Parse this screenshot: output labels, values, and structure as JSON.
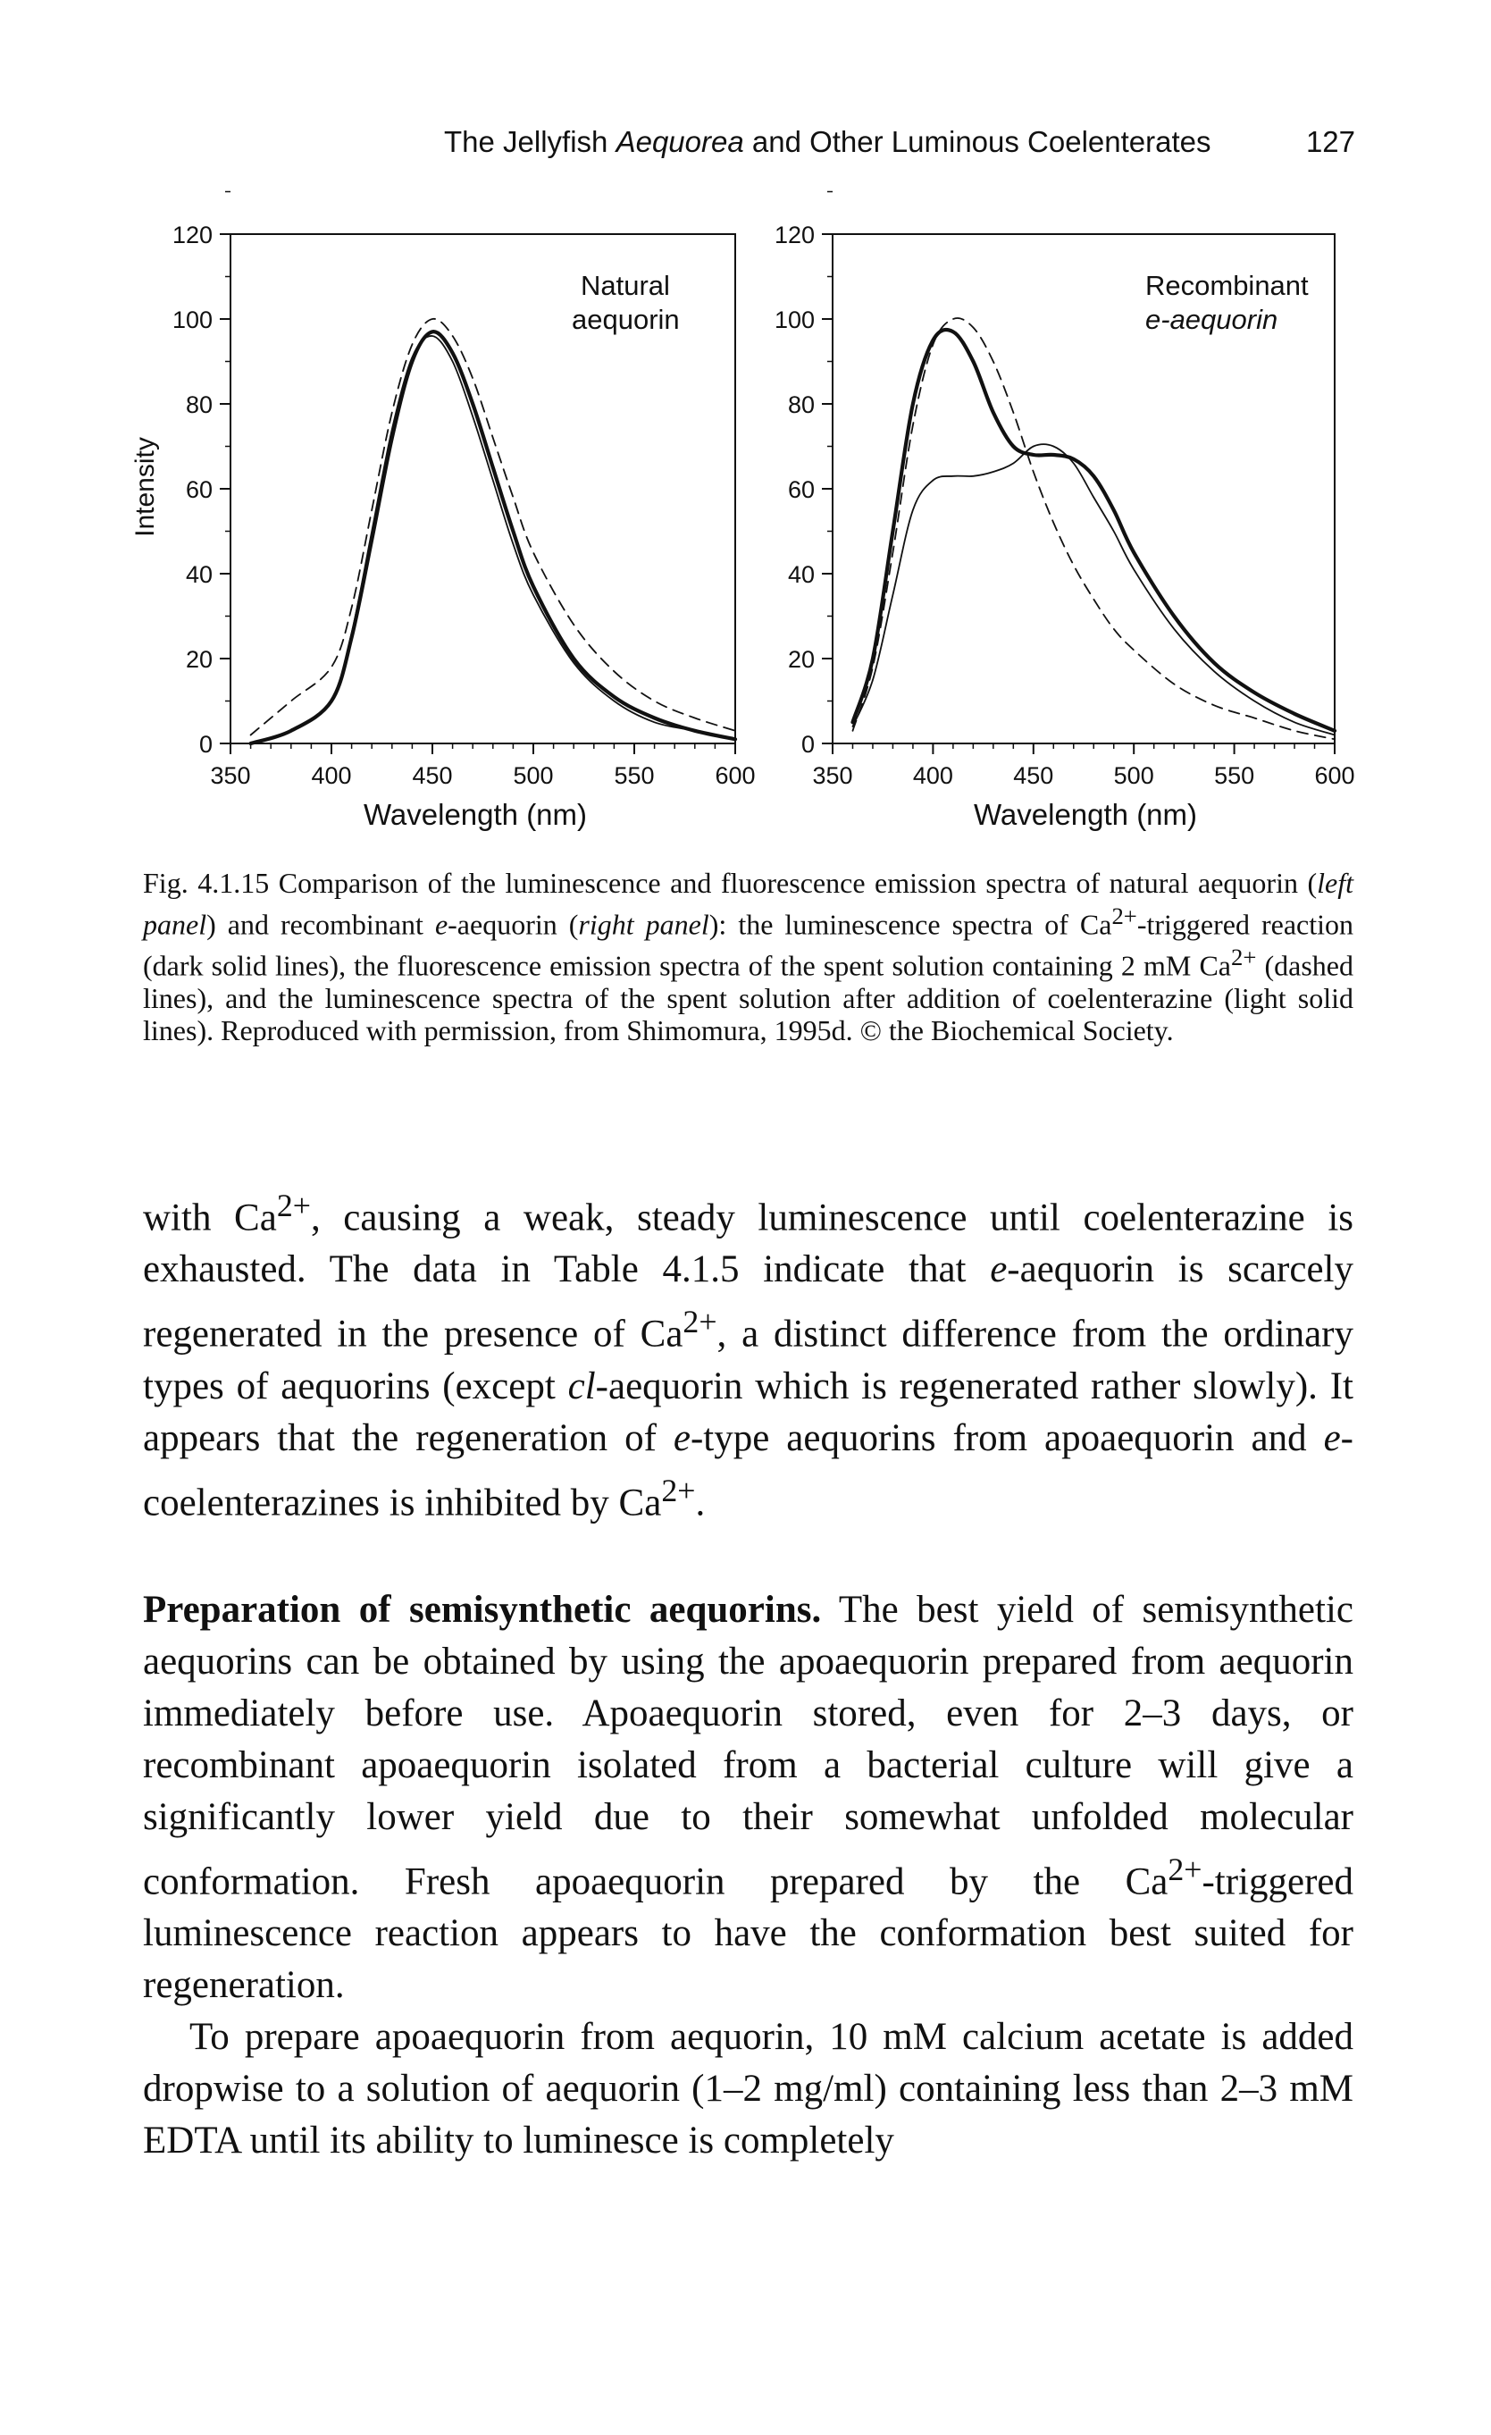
{
  "running_head": {
    "title_before": "The Jellyfish ",
    "title_italic": "Aequorea",
    "title_after": " and Other Luminous Coelenterates",
    "page_number": "127"
  },
  "figure": {
    "y_axis_label": "Intensity",
    "panels": [
      {
        "panel_label_line1": "Natural",
        "panel_label_line2": "aequorin",
        "x_label": "Wavelength (nm)"
      },
      {
        "panel_label_line1": "Recombinant",
        "panel_label_line2": "e-aequorin",
        "x_label": "Wavelength (nm)"
      }
    ]
  },
  "chart_data": [
    {
      "type": "line",
      "panel": "left",
      "xlim": [
        350,
        600
      ],
      "ylim": [
        0,
        120
      ],
      "x_ticks": [
        "350",
        "400",
        "450",
        "500",
        "550",
        "600"
      ],
      "y_ticks": [
        "0",
        "20",
        "40",
        "60",
        "80",
        "100",
        "120"
      ],
      "xlabel": "Wavelength (nm)",
      "ylabel": "Intensity",
      "annotation": "Natural aequorin",
      "series": [
        {
          "style": "dark-solid",
          "x": [
            360,
            380,
            400,
            410,
            420,
            430,
            440,
            450,
            460,
            470,
            480,
            490,
            500,
            520,
            540,
            560,
            580,
            600
          ],
          "y": [
            0,
            3,
            10,
            25,
            48,
            72,
            90,
            97,
            92,
            80,
            65,
            50,
            37,
            20,
            11,
            6,
            3,
            1
          ]
        },
        {
          "style": "dashed",
          "x": [
            360,
            380,
            400,
            410,
            420,
            430,
            440,
            450,
            460,
            470,
            480,
            490,
            500,
            520,
            540,
            560,
            580,
            600
          ],
          "y": [
            2,
            10,
            18,
            32,
            55,
            78,
            94,
            100,
            96,
            86,
            72,
            58,
            45,
            28,
            17,
            10,
            6,
            3
          ]
        },
        {
          "style": "light-solid",
          "x": [
            360,
            380,
            400,
            410,
            420,
            430,
            440,
            450,
            460,
            470,
            480,
            490,
            500,
            520,
            540,
            560,
            580,
            600
          ],
          "y": [
            0,
            3,
            10,
            26,
            50,
            74,
            91,
            96,
            90,
            77,
            62,
            47,
            35,
            19,
            10,
            5,
            3,
            1
          ]
        }
      ]
    },
    {
      "type": "line",
      "panel": "right",
      "xlim": [
        350,
        600
      ],
      "ylim": [
        0,
        120
      ],
      "x_ticks": [
        "350",
        "400",
        "450",
        "500",
        "550",
        "600"
      ],
      "y_ticks": [
        "0",
        "20",
        "40",
        "60",
        "80",
        "100",
        "120"
      ],
      "xlabel": "Wavelength (nm)",
      "annotation": "Recombinant e-aequorin",
      "series": [
        {
          "style": "dark-solid",
          "x": [
            360,
            370,
            380,
            390,
            400,
            410,
            420,
            430,
            440,
            450,
            460,
            470,
            480,
            490,
            500,
            520,
            540,
            560,
            580,
            600
          ],
          "y": [
            5,
            20,
            50,
            80,
            95,
            97,
            90,
            78,
            70,
            68,
            68,
            67,
            63,
            55,
            45,
            30,
            19,
            12,
            7,
            3
          ]
        },
        {
          "style": "dashed",
          "x": [
            360,
            370,
            380,
            390,
            400,
            410,
            420,
            430,
            440,
            450,
            460,
            470,
            480,
            490,
            500,
            520,
            540,
            560,
            580,
            600
          ],
          "y": [
            3,
            18,
            45,
            75,
            94,
            100,
            98,
            90,
            78,
            64,
            52,
            42,
            34,
            27,
            22,
            14,
            9,
            6,
            3,
            1
          ]
        },
        {
          "style": "light-solid",
          "x": [
            360,
            370,
            380,
            390,
            400,
            410,
            420,
            430,
            440,
            450,
            460,
            470,
            480,
            490,
            500,
            520,
            540,
            560,
            580,
            600
          ],
          "y": [
            4,
            15,
            35,
            55,
            62,
            63,
            63,
            64,
            66,
            70,
            70,
            66,
            58,
            50,
            41,
            27,
            17,
            10,
            5,
            2
          ]
        }
      ]
    }
  ],
  "caption": {
    "label": "Fig. 4.1.15",
    "t1": " Comparison of the luminescence and fluorescence emission spectra of natural aequorin (",
    "i1": "left panel",
    "t2": ") and recombinant ",
    "i2": "e",
    "t3": "-aequorin (",
    "i3": "right panel",
    "t4": "): the luminescence spectra of Ca",
    "sup1": "2+",
    "t5": "-triggered reaction (dark solid lines), the fluorescence emission spectra of the spent solution containing 2 mM Ca",
    "sup2": "2+",
    "t6": " (dashed lines), and the luminescence spectra of the spent solution after addition of coelenterazine (light solid lines). Reproduced with permission, from Shimomura, 1995d. © the Biochemical Society."
  },
  "body": {
    "p1": {
      "t1": "with Ca",
      "sup1": "2+",
      "t2": ", causing a weak, steady luminescence until coelenterazine is exhausted. The data in Table 4.1.5 indicate that ",
      "i1": "e",
      "t3": "-aequorin is scarcely regenerated in the presence of Ca",
      "sup2": "2+",
      "t4": ", a distinct difference from the ordinary types of aequorins (except ",
      "i2": "cl",
      "t5": "-aequorin which is regenerated rather slowly). It appears that the regeneration of ",
      "i3": "e",
      "t6": "-type aequorins from apoaequorin and ",
      "i4": "e",
      "t7": "-coelenterazines is inhibited by Ca",
      "sup3": "2+",
      "t8": "."
    },
    "p2": {
      "heading": "Preparation of semisynthetic aequorins.",
      "t1": " The best yield of semisynthetic aequorins can be obtained by using the apoaequorin prepared from aequorin immediately before use. Apoaequorin stored, even for 2–3 days, or recombinant apoaequorin isolated from a bacterial culture will give a significantly lower yield due to their somewhat unfolded molecular conformation. Fresh apoaequorin prepared by the Ca",
      "sup1": "2+",
      "t2": "-triggered luminescence reaction appears to have the conformation best suited for regeneration."
    },
    "p3": {
      "t1": "To prepare apoaequorin from aequorin, 10 mM calcium acetate is added dropwise to a solution of aequorin (1–2 mg/ml) containing less than 2–3 mM EDTA until its ability to luminesce is completely"
    }
  }
}
